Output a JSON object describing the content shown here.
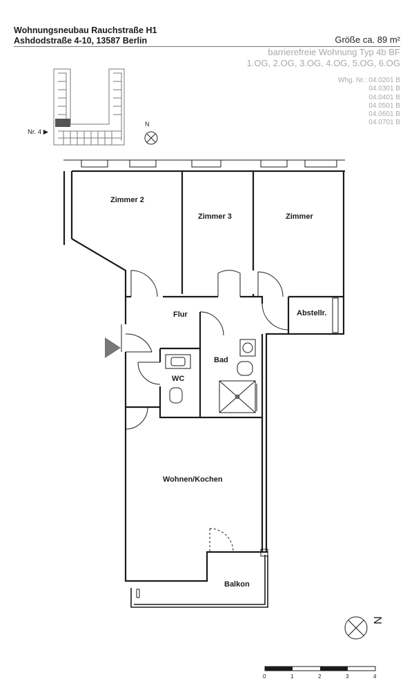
{
  "header": {
    "project_line1": "Wohnungsneubau Rauchstraße H1",
    "project_line2": "Ashdodstraße 4-10, 13587 Berlin",
    "size": "Größe ca. 89 m²",
    "type_line1": "barrierefreie Wohnung Typ 4b BF",
    "type_line2": "1.OG, 2.OG, 3.OG, 4.OG, 5.OG, 6.OG",
    "units_label": "Whg. Nr.:",
    "unit_numbers": [
      "04.0201 B",
      "04.0301 B",
      "04.0401 B",
      "04.0501 B",
      "04.0601 B",
      "04.0701 B"
    ]
  },
  "key_plan": {
    "label": "Nr. 4 ▶",
    "north": "N"
  },
  "rooms": {
    "zimmer2": "Zimmer 2",
    "zimmer3": "Zimmer 3",
    "zimmer": "Zimmer",
    "flur": "Flur",
    "abstellr": "Abstellr.",
    "bad": "Bad",
    "wc": "WC",
    "wohnen": "Wohnen/Kochen",
    "balkon": "Balkon"
  },
  "north_arrow": "N",
  "scale": {
    "ticks": [
      "0",
      "1",
      "2",
      "3",
      "4"
    ]
  },
  "colors": {
    "wall": "#1a1a1a",
    "muted": "#a9a9a9",
    "entry_arrow": "#777777"
  }
}
